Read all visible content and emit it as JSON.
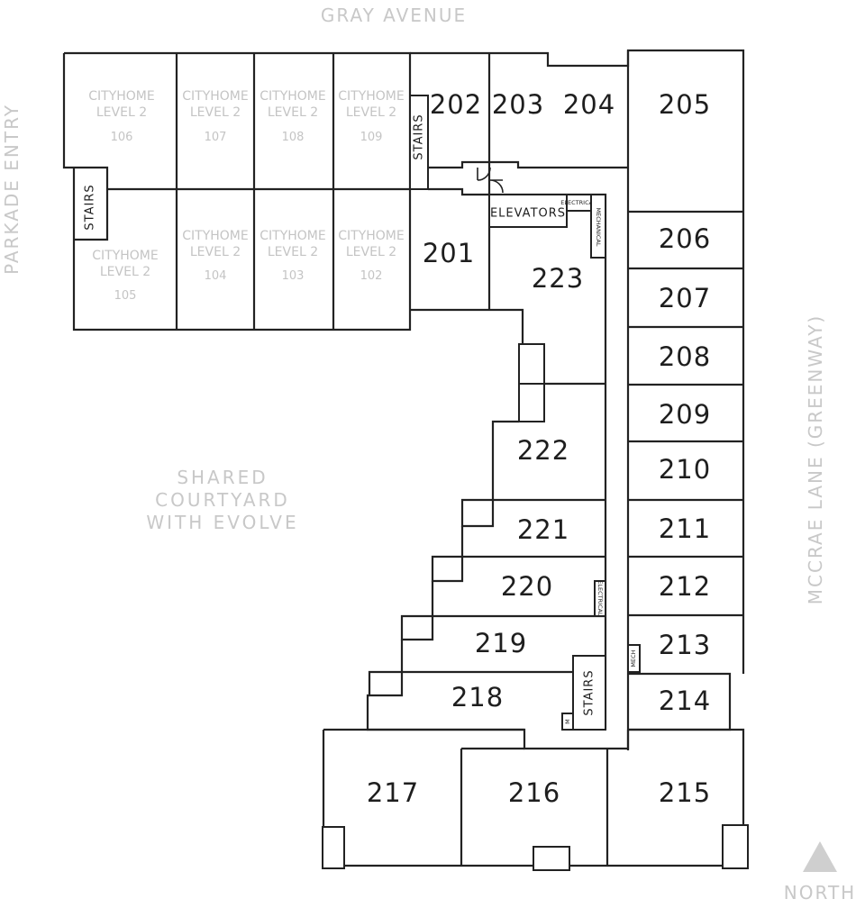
{
  "streets": {
    "top": "GRAY AVENUE",
    "left": "PARKADE ENTRY",
    "right": "MCCRAE LANE (GREENWAY)"
  },
  "courtyard": [
    "SHARED",
    "COURTYARD",
    "WITH EVOLVE"
  ],
  "north": "NORTH",
  "cityhomes": [
    {
      "id": "106",
      "line1": "CITYHOME",
      "line2": "LEVEL 2",
      "num": "106"
    },
    {
      "id": "107",
      "line1": "CITYHOME",
      "line2": "LEVEL 2",
      "num": "107"
    },
    {
      "id": "108",
      "line1": "CITYHOME",
      "line2": "LEVEL 2",
      "num": "108"
    },
    {
      "id": "109",
      "line1": "CITYHOME",
      "line2": "LEVEL 2",
      "num": "109"
    },
    {
      "id": "105",
      "line1": "CITYHOME",
      "line2": "LEVEL 2",
      "num": "105"
    },
    {
      "id": "104",
      "line1": "CITYHOME",
      "line2": "LEVEL 2",
      "num": "104"
    },
    {
      "id": "103",
      "line1": "CITYHOME",
      "line2": "LEVEL 2",
      "num": "103"
    },
    {
      "id": "102",
      "line1": "CITYHOME",
      "line2": "LEVEL 2",
      "num": "102"
    }
  ],
  "units": [
    "201",
    "202",
    "203",
    "204",
    "205",
    "206",
    "207",
    "208",
    "209",
    "210",
    "211",
    "212",
    "213",
    "214",
    "215",
    "216",
    "217",
    "218",
    "219",
    "220",
    "221",
    "222",
    "223"
  ],
  "services": {
    "stairs": "STAIRS",
    "elevators": "ELEVATORS",
    "electrical": "ELECTRICAL",
    "mechanical": "MECHANICAL",
    "mech": "MECH",
    "m": "M"
  }
}
